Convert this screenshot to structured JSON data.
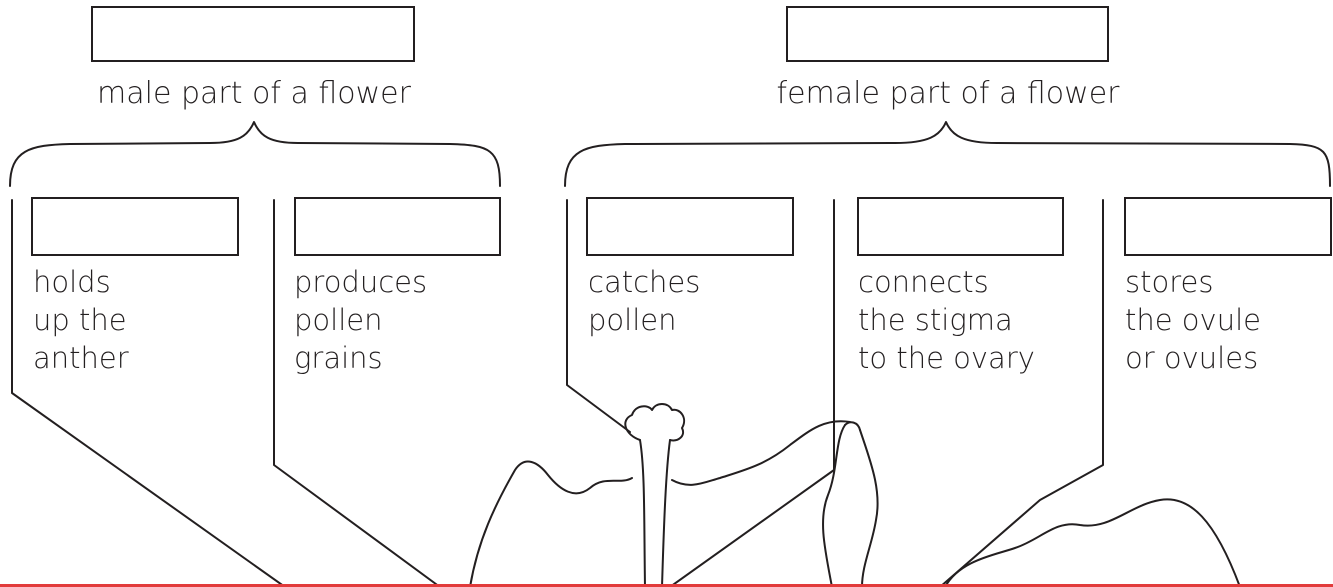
{
  "groups": {
    "male": {
      "caption": "male part of a flower",
      "answer": ""
    },
    "female": {
      "caption": "female part of a flower",
      "answer": ""
    }
  },
  "parts": [
    {
      "id": "filament",
      "answer": "",
      "description": [
        "holds",
        "up the",
        "anther"
      ]
    },
    {
      "id": "anther",
      "answer": "",
      "description": [
        "produces",
        "pollen",
        "grains"
      ]
    },
    {
      "id": "stigma",
      "answer": "",
      "description": [
        "catches",
        "pollen"
      ]
    },
    {
      "id": "style",
      "answer": "",
      "description": [
        "connects",
        "the stigma",
        "to the ovary"
      ]
    },
    {
      "id": "ovary",
      "answer": "",
      "description": [
        "stores",
        "the ovule",
        "or ovules"
      ]
    }
  ]
}
